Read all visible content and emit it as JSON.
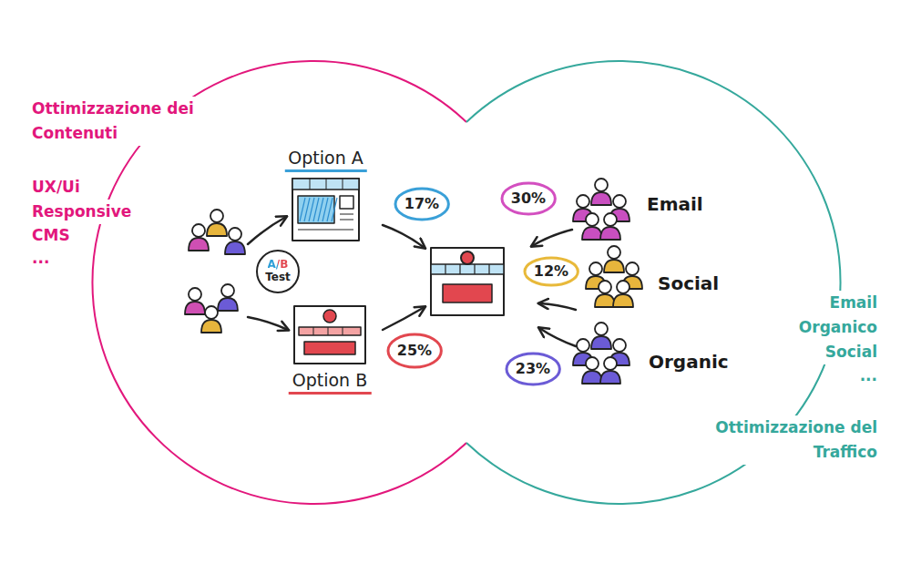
{
  "diagram": {
    "nodes": [
      {
        "text": [
          "Option A"
        ]
      },
      {
        "text": [
          "A/B",
          "Test"
        ]
      },
      {
        "text": [
          "Option B"
        ]
      },
      {
        "text": [
          "17%"
        ]
      },
      {
        "text": [
          "25%"
        ]
      },
      {
        "text": [
          "30%"
        ]
      },
      {
        "text": [
          "12%"
        ]
      },
      {
        "text": [
          "23%"
        ]
      }
    ],
    "labels": [
      "Ottimizzazione dei Contenuti",
      "UX/Ui",
      "Responsive",
      "CMS",
      "...",
      "Email",
      "Social",
      "Organic",
      "Email",
      "Organico",
      "Social",
      "...",
      "Ottimizzazione del Traffico"
    ]
  }
}
